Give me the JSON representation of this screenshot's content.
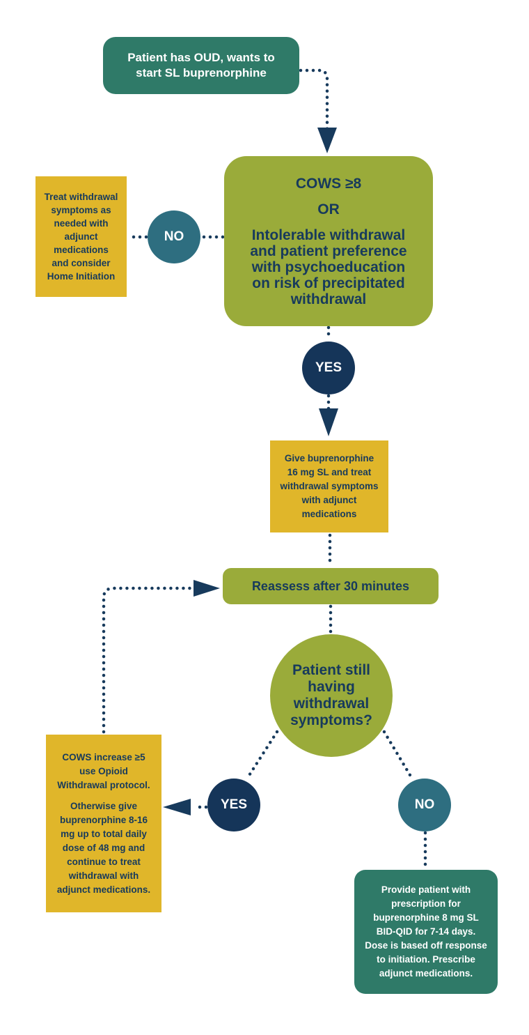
{
  "start": {
    "text": "Patient has OUD, wants to\nstart SL buprenorphine"
  },
  "cows_criteria": {
    "line1": "COWS ≥8",
    "line2": "OR",
    "line3": "Intolerable withdrawal\nand patient preference\nwith psychoeducation\non risk of precipitated\nwithdrawal"
  },
  "no_branch_1": {
    "label": "NO"
  },
  "treat_withdrawal_box": {
    "text": "Treat withdrawal\nsymptoms as\nneeded with\nadjunct\nmedications\nand consider\nHome Initiation"
  },
  "yes_branch_1": {
    "label": "YES"
  },
  "give_buprenorphine": {
    "text": "Give buprenorphine\n16 mg SL and treat\nwithdrawal symptoms\nwith adjunct\nmedications"
  },
  "reassess": {
    "text": "Reassess after 30 minutes"
  },
  "still_withdrawal": {
    "text": "Patient still\nhaving\nwithdrawal\nsymptoms?"
  },
  "yes_branch_2": {
    "label": "YES"
  },
  "no_branch_2": {
    "label": "NO"
  },
  "cows_increase_box": {
    "para1": "COWS increase ≥5\nuse Opioid\nWithdrawal protocol.",
    "para2": "Otherwise give\nbuprenorphine 8-16\nmg up to total daily\ndose of 48 mg and\ncontinue to treat\nwithdrawal with\nadjunct medications."
  },
  "prescription_box": {
    "text": "Provide patient with\nprescription for\nbuprenorphine 8 mg SL\nBID-QID for 7-14 days.\nDose is based off response\nto initiation. Prescribe\nadjunct medications."
  },
  "colors": {
    "dark_green": "#2f7a68",
    "olive": "#9aab3a",
    "mustard": "#e0b62a",
    "navy": "#153559",
    "teal": "#2e6e80",
    "connector": "#173a5c"
  }
}
